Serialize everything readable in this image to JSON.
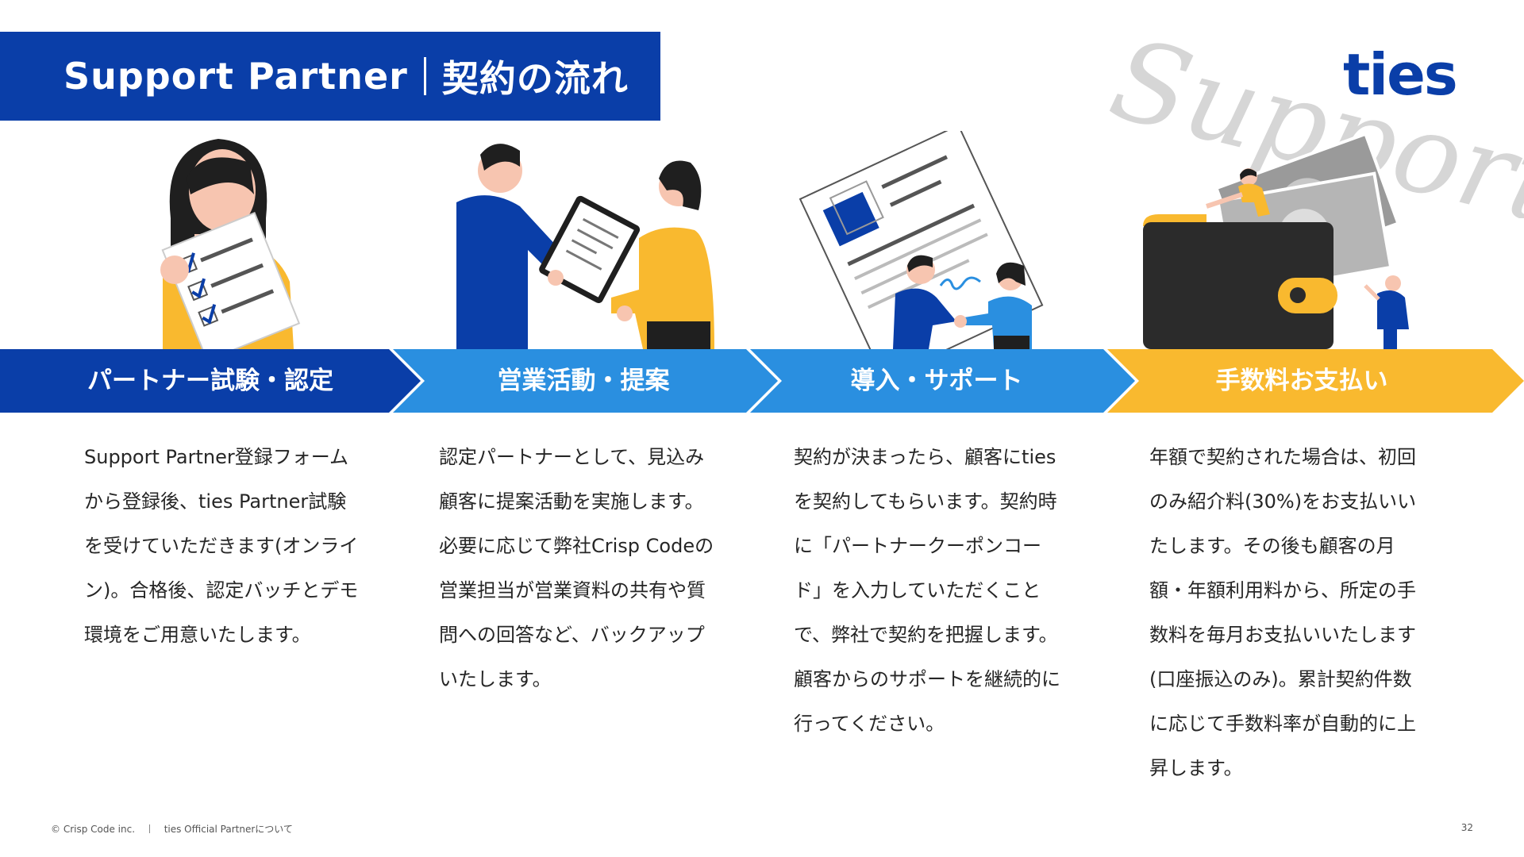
{
  "header": {
    "title_en": "Support Partner",
    "title_ja": "契約の流れ"
  },
  "brand": {
    "logo_text": "ties",
    "script_word": "Support",
    "primary_color": "#0a3ea8",
    "accent_blue": "#2a8fe0",
    "accent_yellow": "#f9b92f"
  },
  "steps": [
    {
      "label": "パートナー試験・認定",
      "color": "#0a3ea8",
      "description": "Support Partner登録フォーム\nから登録後、ties Partner試験\nを受けていただきます(オンライ\nン)。合格後、認定バッチとデモ\n環境をご用意いたします。"
    },
    {
      "label": "営業活動・提案",
      "color": "#2a8fe0",
      "description": "認定パートナーとして、見込み\n顧客に提案活動を実施します。\n必要に応じて弊社Crisp Codeの\n営業担当が営業資料の共有や質\n問への回答など、バックアップ\nいたします。"
    },
    {
      "label": "導入・サポート",
      "color": "#2a8fe0",
      "description": "契約が決まったら、顧客にties\nを契約してもらいます。契約時\nに「パートナークーポンコー\nド」を入力していただくこと\nで、弊社で契約を把握します。\n顧客からのサポートを継続的に\n行ってください。"
    },
    {
      "label": "手数料お支払い",
      "color": "#f9b92f",
      "description": "年額で契約された場合は、初回\nのみ紹介料(30%)をお支払いい\nたします。その後も顧客の月\n額・年額利用料から、所定の手\n数料を毎月お支払いいたします\n(口座振込のみ)。累計契約件数\nに応じて手数料率が自動的に上\n昇します。"
    }
  ],
  "footer": {
    "copyright": "© Crisp Code inc.",
    "doc_title": "ties Official Partnerについて",
    "page_number": "32"
  }
}
